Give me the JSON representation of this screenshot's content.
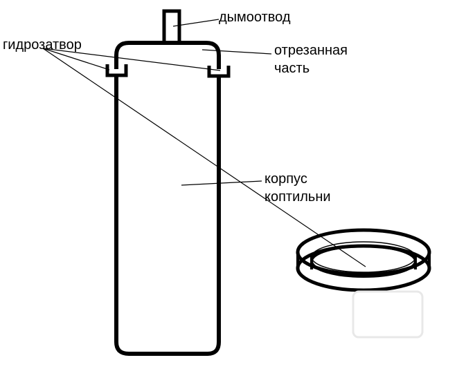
{
  "diagram": {
    "labels": {
      "water_seal": "гидрозатвор",
      "chimney": "дымоотвод",
      "cut_part_line1": "отрезанная",
      "cut_part_line2": "часть",
      "body_line1": "корпус",
      "body_line2": "коптильни"
    },
    "stroke_color": "#000000",
    "background": "#ffffff"
  }
}
